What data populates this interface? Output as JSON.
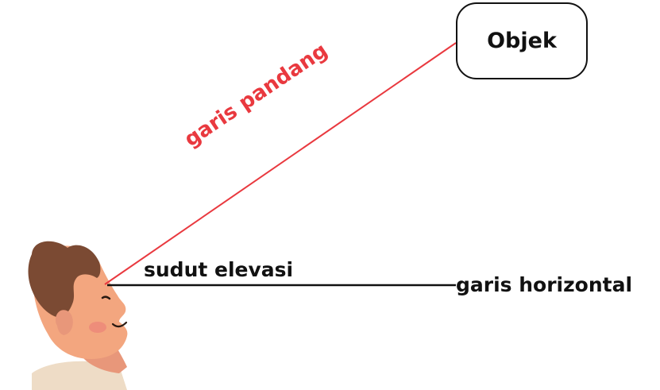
{
  "object": {
    "label": "Objek"
  },
  "line_of_sight": {
    "label": "garis pandang",
    "color": "#e9393f"
  },
  "angle": {
    "label": "sudut elevasi"
  },
  "horizontal": {
    "label": "garis horizontal",
    "color": "#111111"
  },
  "person": {
    "skin_color": "#f3a67f",
    "hair_color": "#7b4a33",
    "cheek_color": "#ee8d7a"
  }
}
